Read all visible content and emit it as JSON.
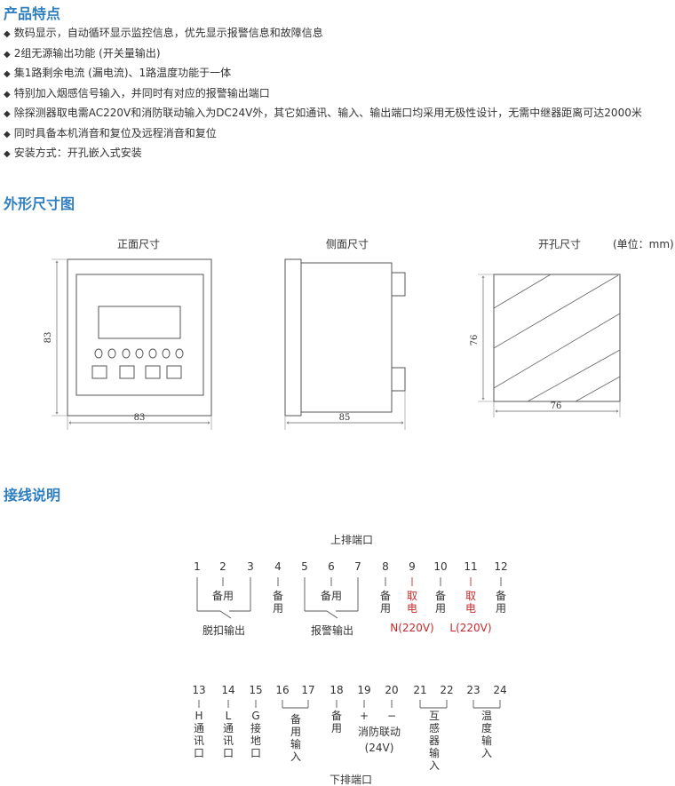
{
  "features": {
    "title": "产品特点",
    "bullet": "◆",
    "items": [
      "数码显示，自动循环显示监控信息，优先显示报警信息和故障信息",
      "2组无源输出功能 (开关量输出)",
      "集1路剩余电流 (漏电流)、1路温度功能于一体",
      "特别加入烟感信号输入，并同时有对应的报警输出端口",
      "除探测器取电需AC220V和消防联动输入为DC24V外，其它如通讯、输入、输出端口均采用无极性设计，无需中继器距离可达2000米",
      "同时具备本机消音和复位及远程消音和复位",
      "安装方式：开孔嵌入式安装"
    ]
  },
  "dimensions": {
    "title": "外形尺寸图",
    "front_label": "正面尺寸",
    "side_label": "侧面尺寸",
    "cutout_label": "开孔尺寸",
    "unit_label": "(单位：mm)",
    "front_height": "83",
    "front_width": "83",
    "side_width": "85",
    "cutout_height": "76",
    "cutout_width": "76"
  },
  "wiring": {
    "title": "接线说明",
    "top_row_title": "上排端口",
    "top_terminals": [
      "1",
      "2",
      "3",
      "4",
      "5",
      "6",
      "7",
      "8",
      "9",
      "10",
      "11",
      "12"
    ],
    "top_functions": {
      "t2": "备用",
      "t4": "备用",
      "t6": "备用",
      "t8": "备用",
      "t9": "取电",
      "t10": "备用",
      "t11": "取电",
      "t12": "备用"
    },
    "top_groups": {
      "g1": "脱扣输出",
      "g2": "报警输出",
      "n220": "N(220V)",
      "l220": "L(220V)"
    },
    "bottom_row_title": "下排端口",
    "bottom_terminals": [
      "13",
      "14",
      "15",
      "16",
      "17",
      "18",
      "19",
      "20",
      "21",
      "22",
      "23",
      "24"
    ],
    "bottom_functions": {
      "t13": "H通讯口",
      "t14": "L通讯口",
      "t15": "G接地口",
      "t1617": "备用输入",
      "t18": "备用",
      "t19_sign": "+",
      "t20_sign": "−",
      "t1920": "消防联动",
      "t1920_v": "(24V)",
      "t2122": "互感器输入",
      "t2324": "温度输入"
    },
    "accent_red": "#c8282a"
  },
  "colors": {
    "heading": "#2f7fc0",
    "line": "#666666"
  }
}
